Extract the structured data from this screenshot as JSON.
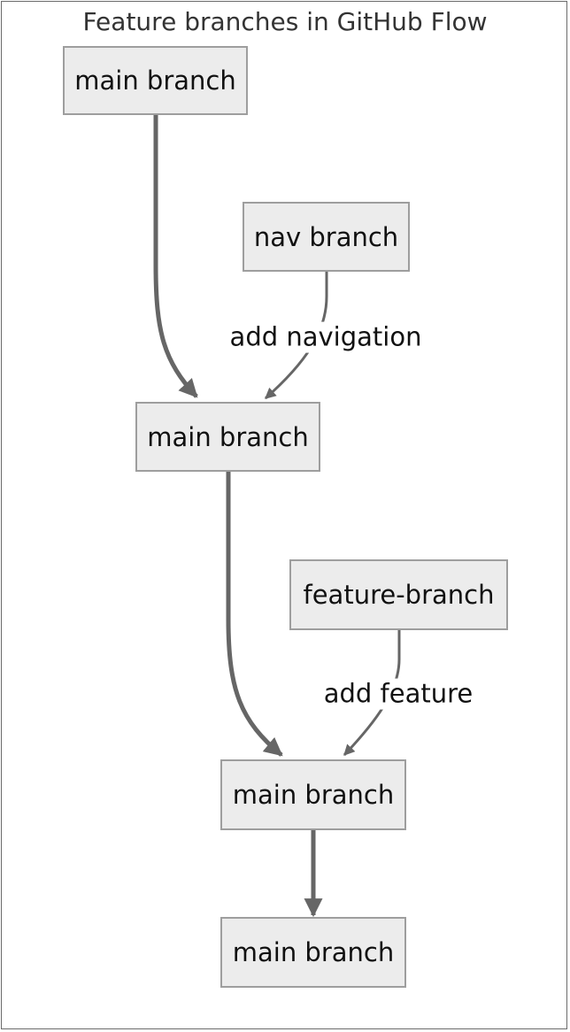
{
  "diagram": {
    "title": "Feature branches in GitHub Flow",
    "colors": {
      "node_fill": "#ececec",
      "node_border": "#9e9e9e",
      "edge": "#666666"
    },
    "nodes": [
      {
        "id": "main1",
        "label": "main branch"
      },
      {
        "id": "nav",
        "label": "nav branch"
      },
      {
        "id": "main2",
        "label": "main branch"
      },
      {
        "id": "feature",
        "label": "feature-branch"
      },
      {
        "id": "main3",
        "label": "main branch"
      },
      {
        "id": "main4",
        "label": "main branch"
      }
    ],
    "edges": [
      {
        "from": "main1",
        "to": "main2",
        "label": ""
      },
      {
        "from": "nav",
        "to": "main2",
        "label": "add navigation"
      },
      {
        "from": "main2",
        "to": "main3",
        "label": ""
      },
      {
        "from": "feature",
        "to": "main3",
        "label": "add feature"
      },
      {
        "from": "main3",
        "to": "main4",
        "label": ""
      }
    ]
  }
}
